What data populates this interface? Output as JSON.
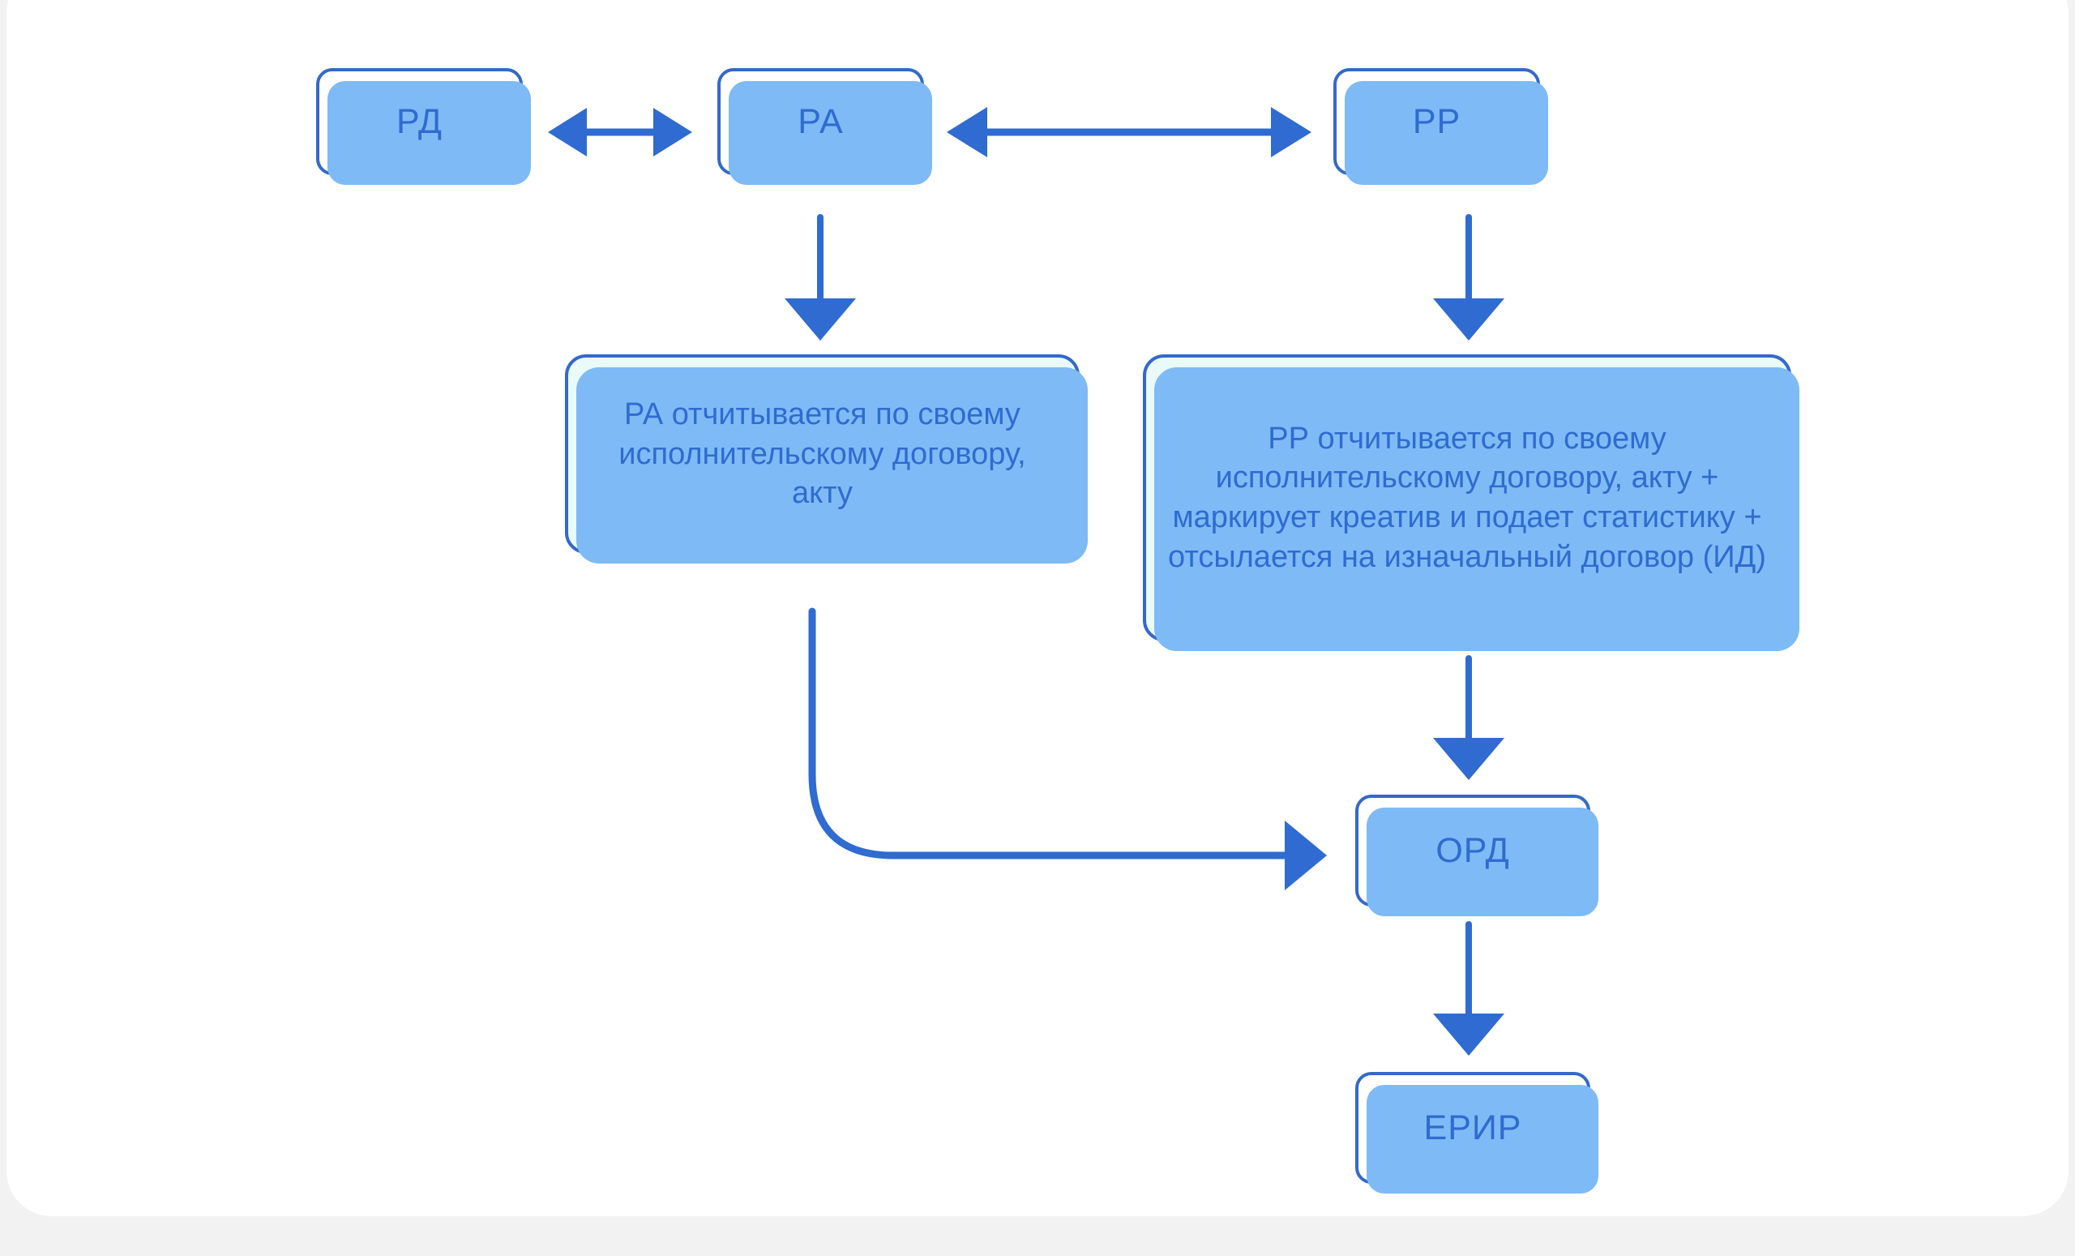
{
  "diagram": {
    "type": "flowchart",
    "title": "",
    "background_color": "#f2f2f3",
    "card_color": "#ffffff",
    "accent_color": "#2f6bd0",
    "border_color": "#3469ca",
    "shadow_color": "#7ebaf5",
    "note_fill_color": "#eafaf9",
    "nodes": [
      {
        "id": "rd",
        "label": "РД",
        "shape": "rounded-rect",
        "style": "plain"
      },
      {
        "id": "ra",
        "label": "РА",
        "shape": "rounded-rect",
        "style": "plain"
      },
      {
        "id": "rr",
        "label": "РР",
        "shape": "rounded-rect",
        "style": "plain"
      },
      {
        "id": "note_ra",
        "label": "РА отчитывается по своему исполнительскому договору, акту",
        "shape": "rounded-rect",
        "style": "note"
      },
      {
        "id": "note_rr",
        "label": "РР отчитывается по своему исполнительскому договору, акту + маркирует креатив и подает статистику + отсылается на изначальный договор (ИД)",
        "shape": "rounded-rect",
        "style": "note"
      },
      {
        "id": "ord",
        "label": "ОРД",
        "shape": "rounded-rect",
        "style": "plain"
      },
      {
        "id": "erir",
        "label": "ЕРИР",
        "shape": "rounded-rect",
        "style": "plain"
      }
    ],
    "edges": [
      {
        "from": "rd",
        "to": "ra",
        "direction": "bidirectional",
        "routing": "straight-horizontal"
      },
      {
        "from": "ra",
        "to": "rr",
        "direction": "bidirectional",
        "routing": "straight-horizontal"
      },
      {
        "from": "ra",
        "to": "note_ra",
        "direction": "down",
        "routing": "straight-vertical"
      },
      {
        "from": "rr",
        "to": "note_rr",
        "direction": "down",
        "routing": "straight-vertical"
      },
      {
        "from": "note_ra",
        "to": "ord",
        "direction": "right",
        "routing": "elbow-down-right"
      },
      {
        "from": "note_rr",
        "to": "ord",
        "direction": "down",
        "routing": "straight-vertical"
      },
      {
        "from": "ord",
        "to": "erir",
        "direction": "down",
        "routing": "straight-vertical"
      }
    ]
  }
}
